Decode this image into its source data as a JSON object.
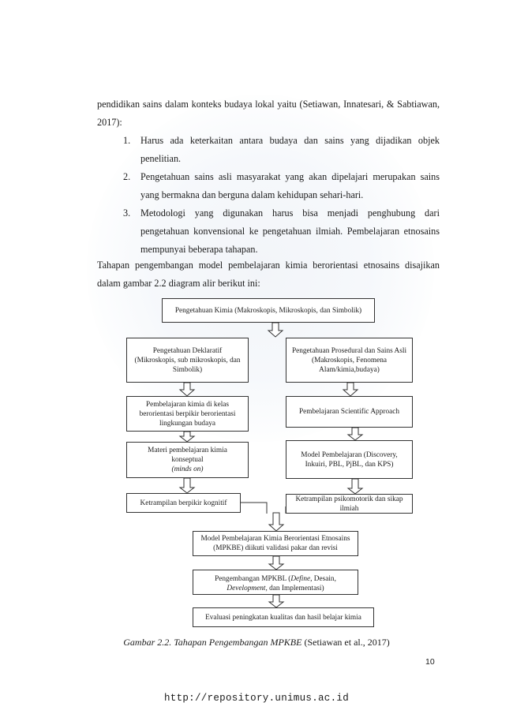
{
  "intro_text": "pendidikan sains dalam konteks budaya lokal yaitu (Setiawan, Innatesari, & Sabtiawan, 2017):",
  "list_items": [
    {
      "num": "1.",
      "text": "Harus ada keterkaitan antara budaya dan sains yang dijadikan objek penelitian."
    },
    {
      "num": "2.",
      "text": "Pengetahuan sains asli masyarakat yang akan dipelajari merupakan sains yang bermakna dan berguna dalam kehidupan sehari-hari."
    },
    {
      "num": "3.",
      "text": "Metodologi yang digunakan harus bisa menjadi penghubung dari pengetahuan konvensional ke pengetahuan ilmiah. Pembelajaran etnosains mempunyai beberapa tahapan."
    }
  ],
  "closing_text": "Tahapan pengembangan model pembelajaran kimia berorientasi etnosains disajikan dalam gambar 2.2 diagram alir berikut ini:",
  "diagram": {
    "top": "Pengetahuan Kimia (Makroskopis, Mikroskopis, dan Simbolik)",
    "left1": "Pengetahuan Deklaratif (Mikroskopis, sub mikroskopis, dan Simbolik)",
    "right1": "Pengetahuan Prosedural dan Sains Asli (Makroskopis, Fenomena Alam/kimia,budaya)",
    "left2": "Pembelajaran kimia di kelas berorientasi berpikir berorientasi lingkungan budaya",
    "right2": "Pembelajaran Scientific Approach",
    "left3": "Materi pembelajaran kimia konseptual",
    "left3_em": "(minds on)",
    "right3": "Model Pembelajaran (Discovery, Inkuiri, PBL, PjBL, dan KPS)",
    "left4": "Ketrampilan berpikir kognitif",
    "right4": "Ketrampilan psikomotorik dan sikap ilmiah",
    "center1": "Model Pembelajaran Kimia Berorientasi Etnosains (MPKBE) diikuti validasi pakar dan revisi",
    "center2_pre": "Pengembangan MPKBL (",
    "center2_em1": "Define",
    "center2_mid": ", Desain, ",
    "center2_em2": "Development",
    "center2_post": ", dan Implementasi)",
    "center3": "Evaluasi peningkatan kualitas dan hasil belajar kimia"
  },
  "caption": {
    "italic": "Gambar 2.2. Tahapan Pengembangan MPKBE",
    "normal": " (Setiawan et al., 2017)"
  },
  "page_number": "10",
  "footer_url": "http://repository.unimus.ac.id"
}
